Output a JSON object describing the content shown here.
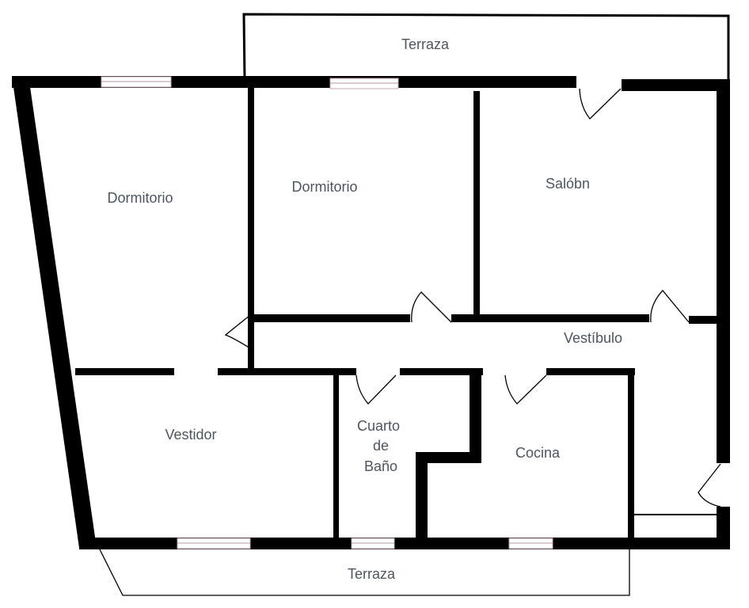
{
  "plan": {
    "rooms": {
      "terrace_top": "Terraza",
      "bedroom_left": "Dormitorio",
      "bedroom_middle": "Dormitorio",
      "living_room": "Salóbn",
      "hall": "Vestíbulo",
      "dressing_room": "Vestidor",
      "bathroom_line1": "Cuarto",
      "bathroom_line2": "de",
      "bathroom_line3": "Baño",
      "kitchen": "Cocina",
      "terrace_bottom": "Terraza"
    },
    "colors": {
      "wall": "#000000",
      "label": "#4d5562",
      "window": "#c9a9b0"
    }
  }
}
